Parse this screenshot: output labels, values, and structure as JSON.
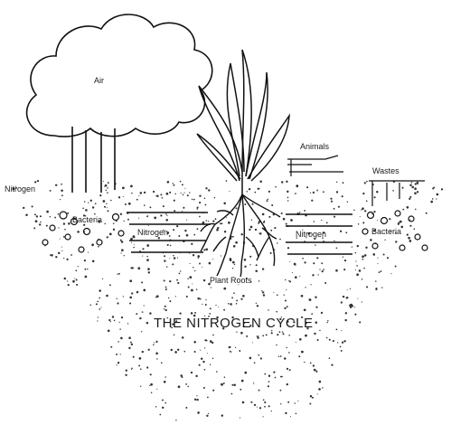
{
  "diagram": {
    "title": "THE NITROGEN CYCLE",
    "labels": {
      "air": "Air",
      "nitrogen_left": "Nitrogen",
      "nitrogen_right": "Nitrogen",
      "bacteria_left": "Bacteria",
      "bacteria_right": "Bacteria",
      "plant_roots": "Plant Roots",
      "animals": "Animals",
      "wastes": "Wastes",
      "partial_left": "Nitrogen"
    }
  }
}
